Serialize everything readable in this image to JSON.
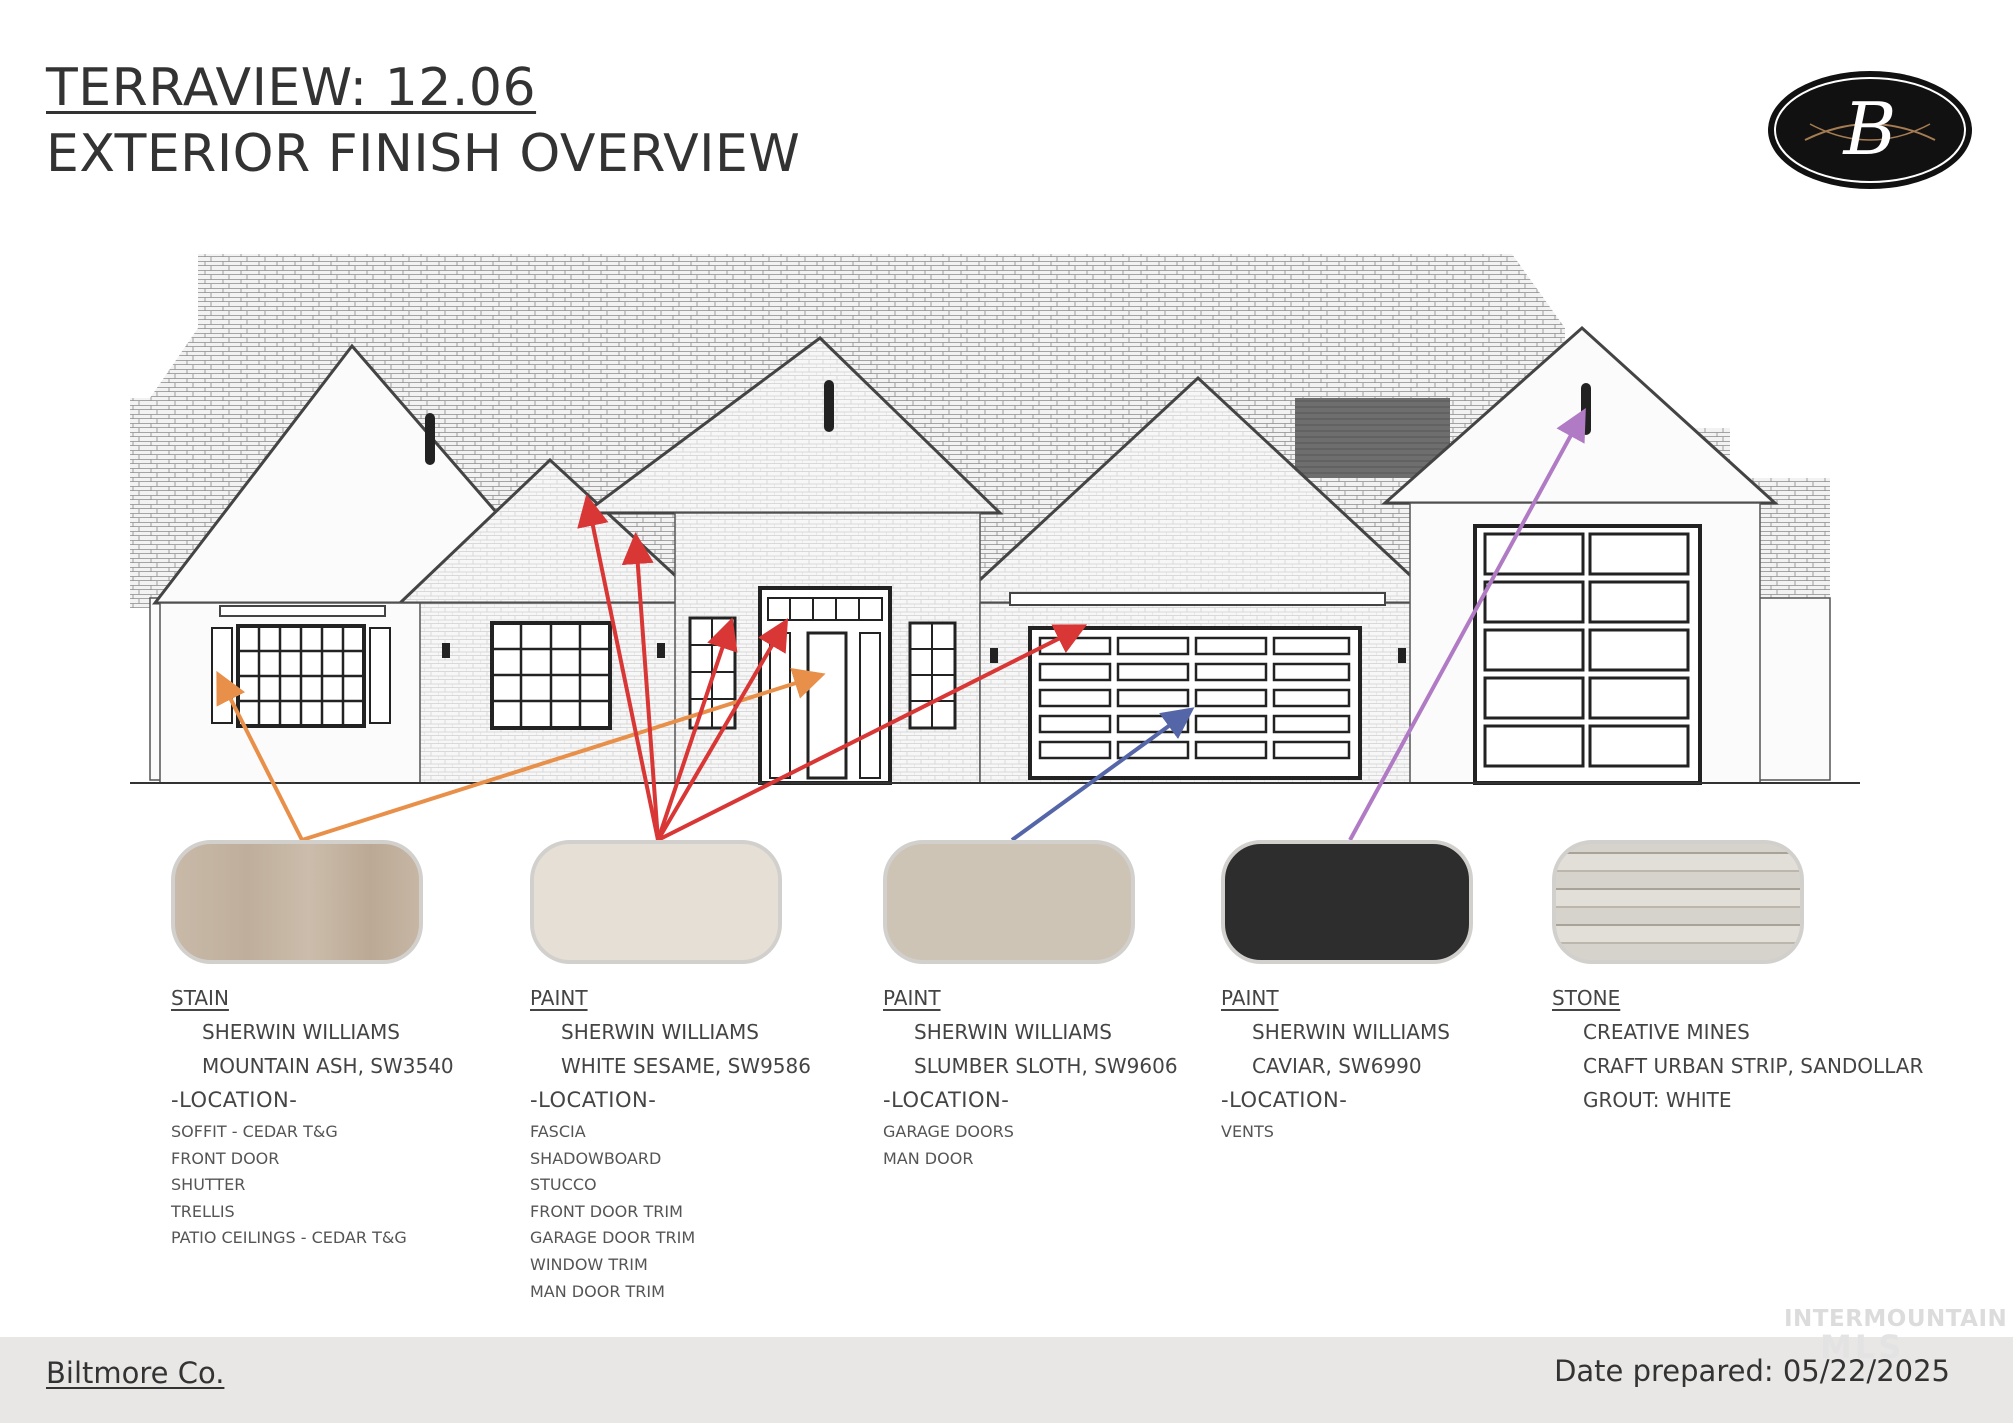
{
  "header": {
    "title": "TERRAVIEW: 12.06",
    "subtitle": "EXTERIOR FINISH OVERVIEW",
    "logo_letter": "B"
  },
  "colors": {
    "stain": "#c7b7a5",
    "white_sesame": "#e6dfd5",
    "slumber_sloth": "#cdc4b6",
    "caviar": "#2d2d2d",
    "arrow_orange": "#e8904a",
    "arrow_red": "#d93636",
    "arrow_blue": "#5566a8",
    "arrow_purple": "#b07bc4"
  },
  "finishes": [
    {
      "type": "STAIN",
      "brand": "SHERWIN WILLIAMS",
      "color": "MOUNTAIN ASH, SW3540",
      "location_label": "-LOCATION-",
      "locations": [
        "SOFFIT - CEDAR T&G",
        "FRONT DOOR",
        "SHUTTER",
        "TRELLIS",
        "PATIO CEILINGS - CEDAR T&G"
      ]
    },
    {
      "type": "PAINT",
      "brand": "SHERWIN WILLIAMS",
      "color": "WHITE SESAME, SW9586",
      "location_label": "-LOCATION-",
      "locations": [
        "FASCIA",
        "SHADOWBOARD",
        "STUCCO",
        "FRONT DOOR TRIM",
        "GARAGE DOOR TRIM",
        "WINDOW TRIM",
        "MAN DOOR TRIM"
      ]
    },
    {
      "type": "PAINT",
      "brand": "SHERWIN WILLIAMS",
      "color": "SLUMBER SLOTH, SW9606",
      "location_label": "-LOCATION-",
      "locations": [
        "GARAGE DOORS",
        "MAN DOOR"
      ]
    },
    {
      "type": "PAINT",
      "brand": "SHERWIN WILLIAMS",
      "color": "CAVIAR, SW6990",
      "location_label": "-LOCATION-",
      "locations": [
        "VENTS"
      ]
    },
    {
      "type": "STONE",
      "brand": "CREATIVE MINES",
      "color": "CRAFT URBAN STRIP, SANDOLLAR",
      "extra": "GROUT: WHITE"
    }
  ],
  "footer": {
    "company": "Biltmore Co.",
    "date": "Date prepared: 05/22/2025"
  },
  "watermark": {
    "line1": "INTERMOUNTAIN",
    "line2": "MLS"
  }
}
